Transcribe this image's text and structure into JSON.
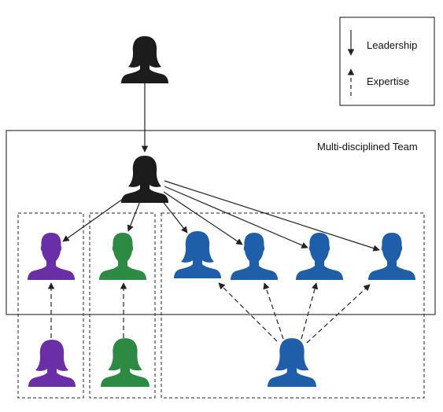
{
  "legend": {
    "leadership_label": "Leadership",
    "expertise_label": "Expertise"
  },
  "team": {
    "label": "Multi-disciplined Team"
  },
  "colors": {
    "leader": "#1c1c1c",
    "purple": "#6a2fa7",
    "green": "#2c8a43",
    "blue": "#1f5ea8",
    "line": "#222222"
  },
  "icons": {
    "person": "person-silhouette-icon"
  }
}
